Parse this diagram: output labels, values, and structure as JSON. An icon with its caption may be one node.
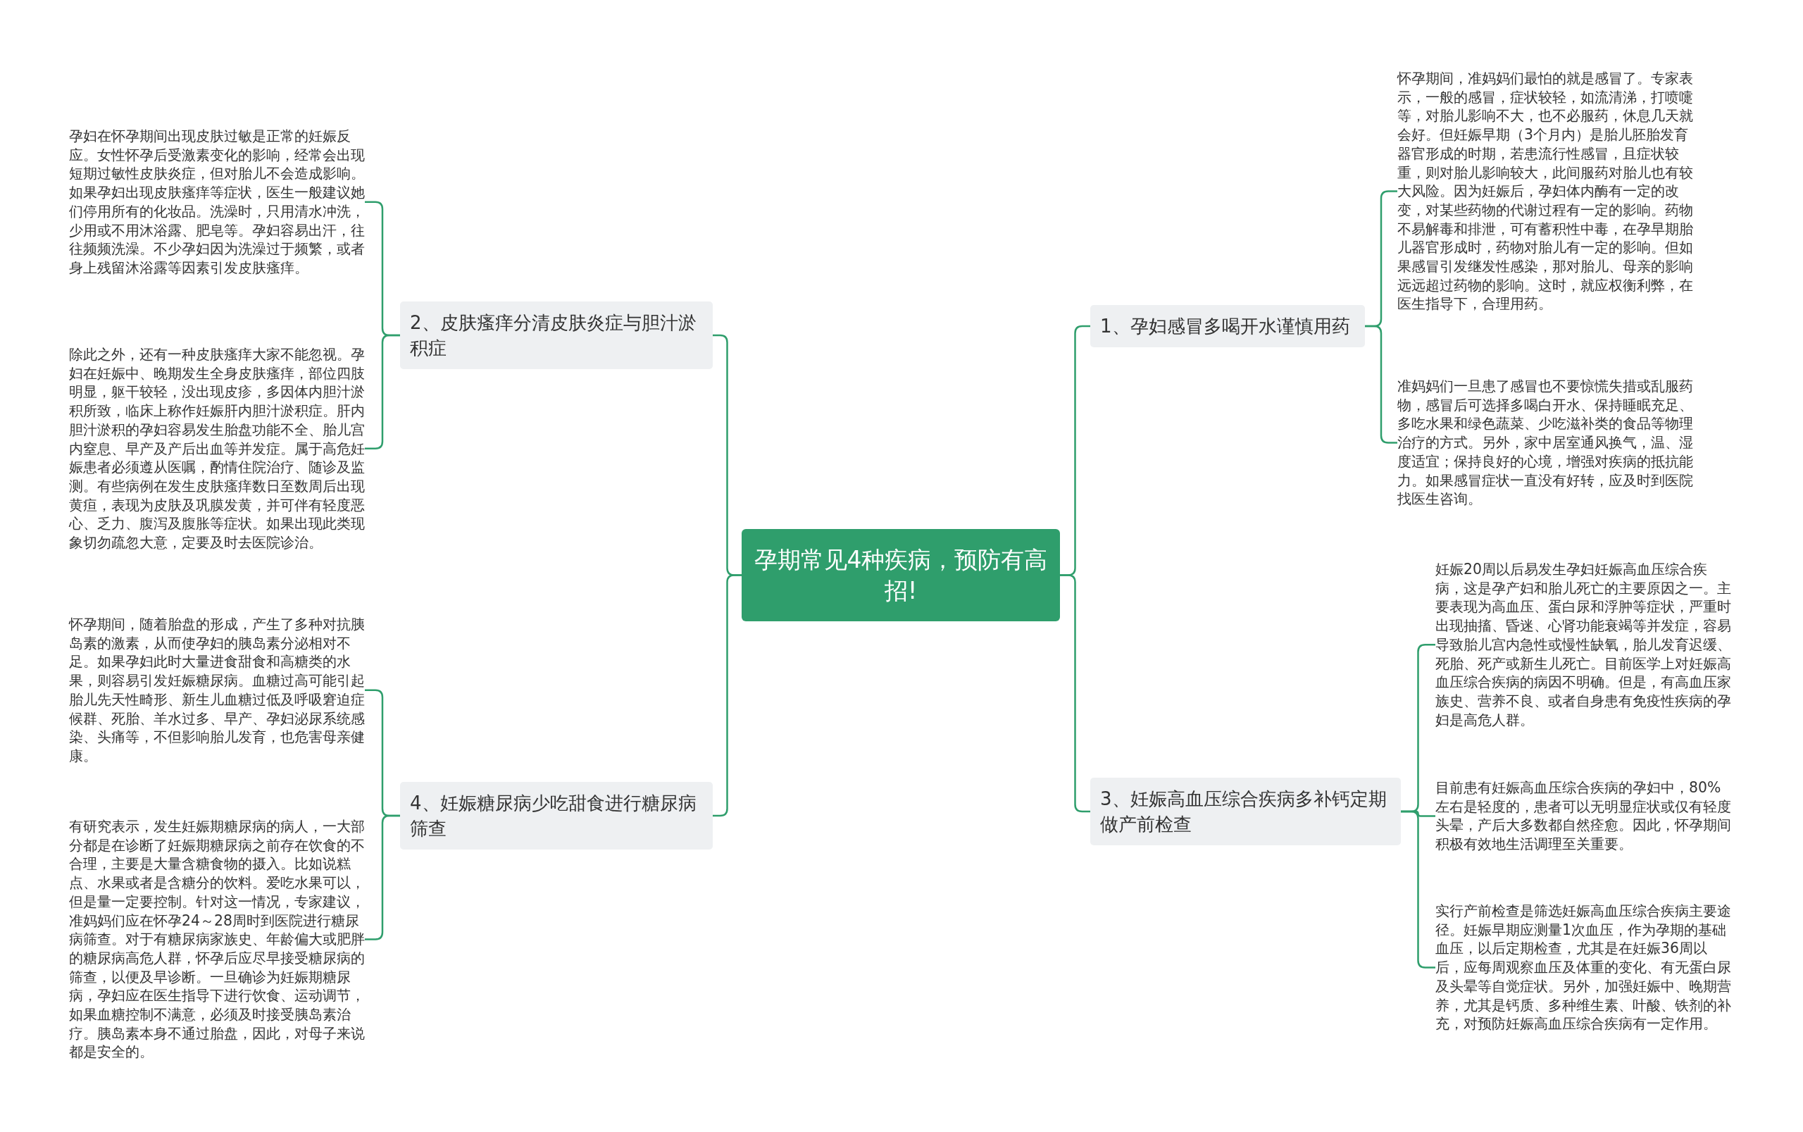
{
  "diagram": {
    "nodes": [
      {
        "text": [
          "孕期常见4种疾病，预防有高招!"
        ]
      },
      {
        "text": [
          "1、孕妇感冒多喝开水谨慎用药"
        ]
      },
      {
        "text": [
          "怀孕期间，准妈妈们最怕的就是感冒了。专家表示，一般的感冒，症状较轻，如流清涕，打喷嚏等，对胎儿影响不大，也不必服药，休息几天就会好。但妊娠早期（3个月内）是胎儿胚胎发育器官形成的时期，若患流行性感冒，且症状较重，则对胎儿影响较大，此间服药对胎儿也有较大风险。因为妊娠后，孕妇体内酶有一定的改变，对某些药物的代谢过程有一定的影响。药物不易解毒和排泄，可有蓄积性中毒，在孕早期胎儿器官形成时，药物对胎儿有一定的影响。但如果感冒引发继发性感染，那对胎儿、母亲的影响远远超过药物的影响。这时，就应权衡利弊，在医生指导下，合理用药。"
        ]
      },
      {
        "text": [
          "准妈妈们一旦患了感冒也不要惊慌失措或乱服药物，感冒后可选择多喝白开水、保持睡眠充足、多吃水果和绿色蔬菜、少吃滋补类的食品等物理治疗的方式。另外，家中居室通风换气，温、湿度适宜；保持良好的心境，增强对疾病的抵抗能力。如果感冒症状一直没有好转，应及时到医院找医生咨询。"
        ]
      },
      {
        "text": [
          "2、皮肤瘙痒分清皮肤炎症与胆汁淤积症"
        ]
      },
      {
        "text": [
          "孕妇在怀孕期间出现皮肤过敏是正常的妊娠反应。女性怀孕后受激素变化的影响，经常会出现短期过敏性皮肤炎症，但对胎儿不会造成影响。如果孕妇出现皮肤瘙痒等症状，医生一般建议她们停用所有的化妆品。洗澡时，只用清水冲洗，少用或不用沐浴露、肥皂等。孕妇容易出汗，往往频频洗澡。不少孕妇因为洗澡过于频繁，或者身上残留沐浴露等因素引发皮肤瘙痒。"
        ]
      },
      {
        "text": [
          "除此之外，还有一种皮肤瘙痒大家不能忽视。孕妇在妊娠中、晚期发生全身皮肤瘙痒，部位四肢明显，躯干较轻，没出现皮疹，多因体内胆汁淤积所致，临床上称作妊娠肝内胆汁淤积症。肝内胆汁淤积的孕妇容易发生胎盘功能不全、胎儿宫内窒息、早产及产后出血等并发症。属于高危妊娠患者必须遵从医嘱，酌情住院治疗、随诊及监测。有些病例在发生皮肤瘙痒数日至数周后出现黄疸，表现为皮肤及巩膜发黄，并可伴有轻度恶心、乏力、腹泻及腹胀等症状。如果出现此类现象切勿疏忽大意，定要及时去医院诊治。"
        ]
      },
      {
        "text": [
          "3、妊娠高血压综合疾病多补钙定期做产前检查"
        ]
      },
      {
        "text": [
          "妊娠20周以后易发生孕妇妊娠高血压综合疾病，这是孕产妇和胎儿死亡的主要原因之一。主要表现为高血压、蛋白尿和浮肿等症状，严重时出现抽搐、昏迷、心肾功能衰竭等并发症，容易导致胎儿宫内急性或慢性缺氧，胎儿发育迟缓、死胎、死产或新生儿死亡。目前医学上对妊娠高血压综合疾病的病因不明确。但是，有高血压家族史、营养不良、或者自身患有免疫性疾病的孕妇是高危人群。"
        ]
      },
      {
        "text": [
          "目前患有妊娠高血压综合疾病的孕妇中，80%左右是轻度的，患者可以无明显症状或仅有轻度头晕，产后大多数都自然痊愈。因此，怀孕期间积极有效地生活调理至关重要。"
        ]
      },
      {
        "text": [
          "实行产前检查是筛选妊娠高血压综合疾病主要途径。妊娠早期应测量1次血压，作为孕期的基础血压，以后定期检查，尤其是在妊娠36周以后，应每周观察血压及体重的变化、有无蛋白尿及头晕等自觉症状。另外，加强妊娠中、晚期营养，尤其是钙质、多种维生素、叶酸、铁剂的补充，对预防妊娠高血压综合疾病有一定作用。"
        ]
      },
      {
        "text": [
          "4、妊娠糖尿病少吃甜食进行糖尿病筛查"
        ]
      },
      {
        "text": [
          "怀孕期间，随着胎盘的形成，产生了多种对抗胰岛素的激素，从而使孕妇的胰岛素分泌相对不足。如果孕妇此时大量进食甜食和高糖类的水果，则容易引发妊娠糖尿病。血糖过高可能引起胎儿先天性畸形、新生儿血糖过低及呼吸窘迫症候群、死胎、羊水过多、早产、孕妇泌尿系统感染、头痛等，不但影响胎儿发育，也危害母亲健康。"
        ]
      },
      {
        "text": [
          "有研究表示，发生妊娠期糖尿病的病人，一大部分都是在诊断了妊娠期糖尿病之前存在饮食的不合理，主要是大量含糖食物的摄入。比如说糕点、水果或者是含糖分的饮料。爱吃水果可以，但是量一定要控制。针对这一情况，专家建议，准妈妈们应在怀孕24～28周时到医院进行糖尿病筛查。对于有糖尿病家族史、年龄偏大或肥胖的糖尿病高危人群，怀孕后应尽早接受糖尿病的筛查，以便及早诊断。一旦确诊为妊娠期糖尿病，孕妇应在医生指导下进行饮食、运动调节，如果血糖控制不满意，必须及时接受胰岛素治疗。胰岛素本身不通过胎盘，因此，对母子来说都是安全的。"
        ]
      }
    ],
    "edges": [
      {
        "from": 0,
        "to": 1,
        "arrow": "none"
      },
      {
        "from": 0,
        "to": 4,
        "arrow": "none"
      },
      {
        "from": 0,
        "to": 7,
        "arrow": "none"
      },
      {
        "from": 0,
        "to": 11,
        "arrow": "none"
      },
      {
        "from": 1,
        "to": 2,
        "arrow": "none"
      },
      {
        "from": 1,
        "to": 3,
        "arrow": "none"
      },
      {
        "from": 4,
        "to": 5,
        "arrow": "none"
      },
      {
        "from": 4,
        "to": 6,
        "arrow": "none"
      },
      {
        "from": 7,
        "to": 8,
        "arrow": "none"
      },
      {
        "from": 7,
        "to": 9,
        "arrow": "none"
      },
      {
        "from": 7,
        "to": 10,
        "arrow": "none"
      },
      {
        "from": 11,
        "to": 12,
        "arrow": "none"
      },
      {
        "from": 11,
        "to": 13,
        "arrow": "none"
      }
    ]
  }
}
